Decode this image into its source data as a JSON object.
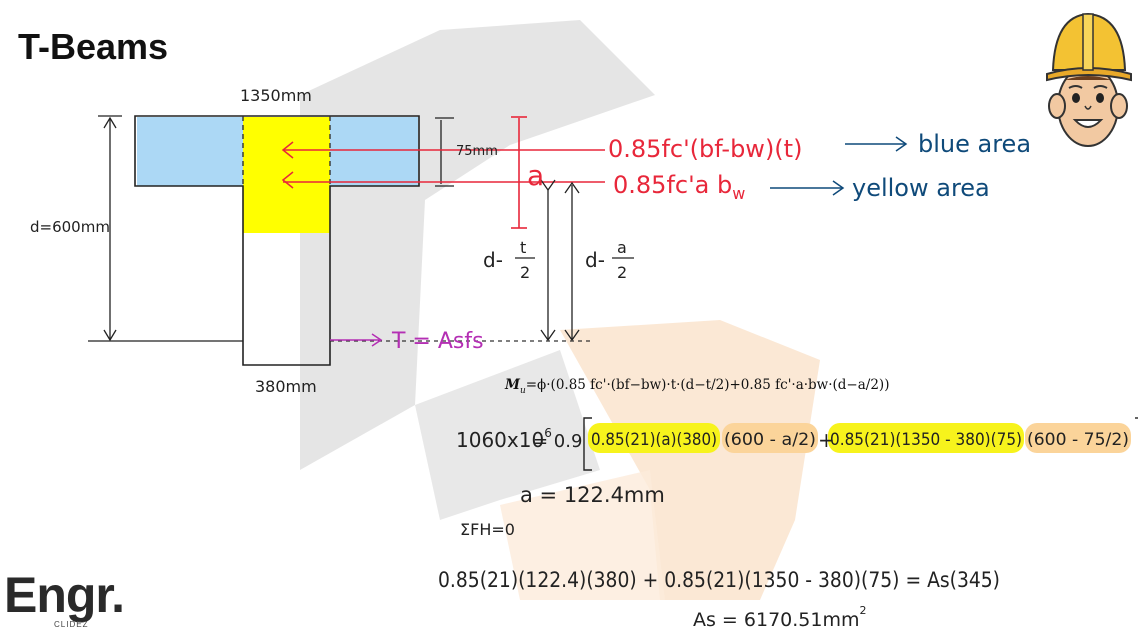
{
  "slide": {
    "title": "T-Beams"
  },
  "diagram": {
    "flange_width_label": "1350mm",
    "web_width_label": "380mm",
    "depth_label": "d=600mm",
    "flange_thickness_label": "75mm",
    "a_label": "a",
    "lever_t_prefix": "d-",
    "lever_t_num": "t",
    "lever_t_den": "2",
    "lever_a_prefix": "d-",
    "lever_a_num": "a",
    "lever_a_den": "2",
    "force_blue": "0.85fc'(bf-bw)(t)",
    "force_yellow_main": "0.85fc'a b",
    "force_yellow_sub": "w",
    "blue_area_label": "blue area",
    "yellow_area_label": "yellow area",
    "tension_label": "T = Asfs"
  },
  "equations": {
    "moment_formula_left": "M",
    "moment_formula_sub": "u",
    "moment_formula_rest": "=ϕ·(0.85 fc'·(bf−bw)·t·(d−t/2)+0.85 fc'·a·bw·(d−a/2))",
    "line1_left": "1060x10",
    "line1_exp": "6",
    "line1_eq": "= 0.9",
    "line1_term1": "0.85(21)(a)(380)",
    "line1_term2": "(600 - a/2)",
    "line1_plus": "+",
    "line1_term3": "0.85(21)(1350 - 380)(75)",
    "line1_term4": "(600 - 75/2)",
    "a_result": "a = 122.4mm",
    "sum_fh": "ΣFH=0",
    "line3": "0.85(21)(122.4)(380) + 0.85(21)(1350 - 380)(75) = As(345)",
    "as_result": "As = 6170.51mm",
    "as_exp": "2"
  },
  "logo": {
    "main": "Engr.",
    "sub": "CLIDEZ"
  },
  "colors": {
    "blue_area": "#acd8f5",
    "yellow_area": "#ffff00",
    "red_ink": "#e8273a",
    "blue_ink": "#0f4a7a",
    "magenta_ink": "#b42fb4",
    "highlight_yellow": "#f7f31c",
    "highlight_orange": "#fbd49a",
    "watermark_gray": "#dedede",
    "watermark_orange": "#fbe2cc"
  }
}
